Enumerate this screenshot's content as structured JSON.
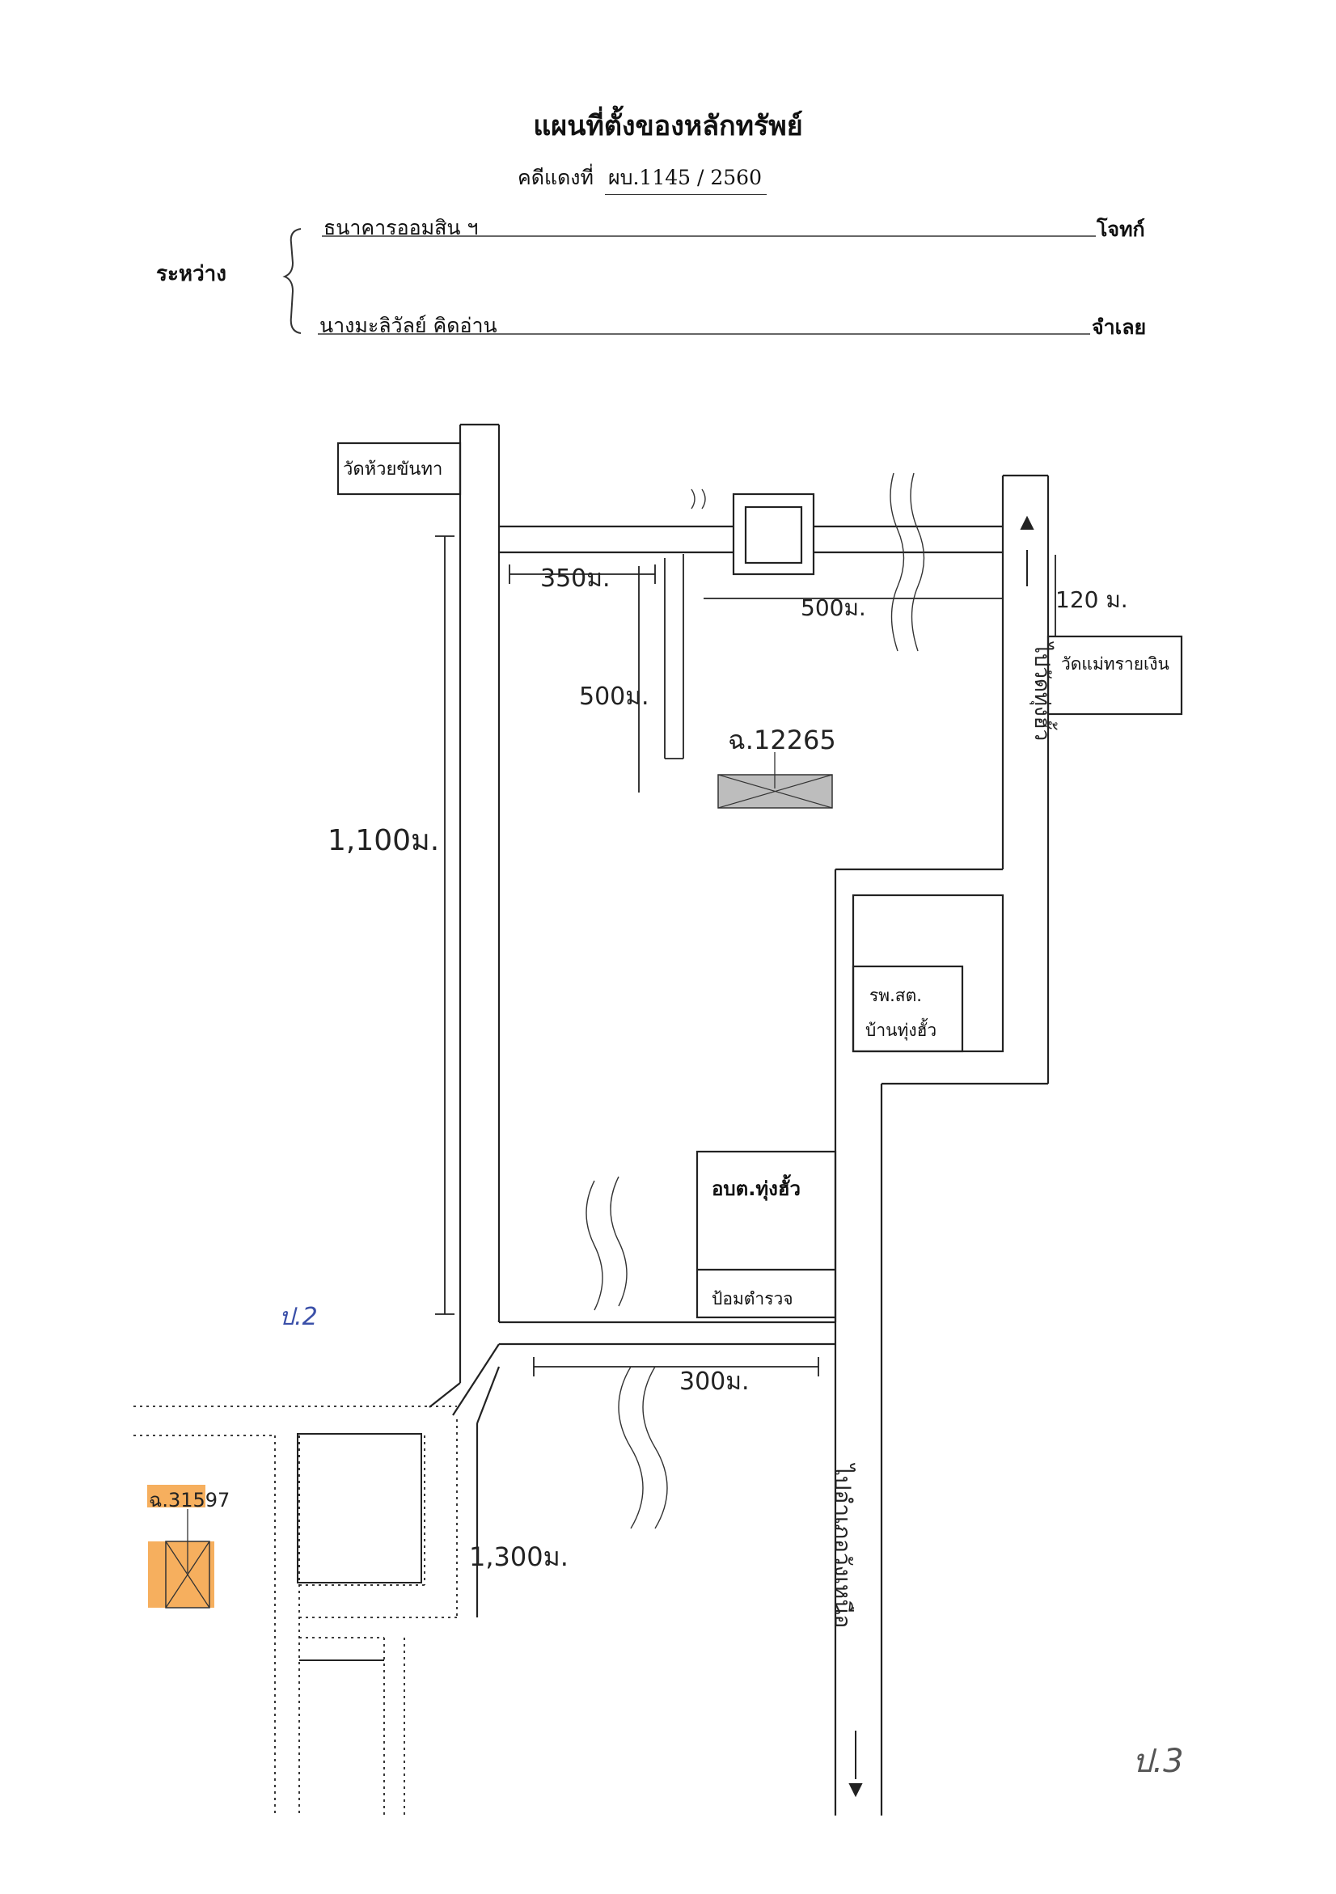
{
  "header": {
    "title": "แผนที่ตั้งของหลักทรัพย์",
    "case_label": "คดีแดงที่",
    "case_number": "ผบ.1145 / 2560",
    "between_label": "ระหว่าง",
    "plaintiff_name": "ธนาคารออมสิน ฯ",
    "plaintiff_role": "โจทก์",
    "defendant_name": "นางมะลิวัลย์ คิดอ่าน",
    "defendant_role": "จำเลย"
  },
  "map": {
    "places": {
      "temple_top_left": "วัดห้วยขันทา",
      "temple_right": "วัดแม่ทรายเงิน",
      "health_center_line1": "รพ.สต.",
      "health_center_line2": "บ้านทุ่งฮั้ว",
      "sao_office": "อบต.ทุ่งฮั้ว",
      "police_box": "ป้อมตำรวจ"
    },
    "roads": {
      "road_right_north": "ไปวัดทุ่งฮั้ว",
      "road_right_south": "ไปอำเภอวังเหนือ"
    },
    "distances": {
      "d_350": "350ม.",
      "d_500_horizontal": "500ม.",
      "d_500_vertical": "500ม.",
      "d_120": "120 ม.",
      "d_1100": "1,100ม.",
      "d_300": "300ม.",
      "d_1300": "1,300ม."
    },
    "parcels": {
      "parcel_main": "ฉ.12265",
      "parcel_orange": "ฉ.31597"
    },
    "page_marks": {
      "mark_2": "ป.2",
      "mark_3": "ป.3"
    },
    "colors": {
      "line": "#222222",
      "parcel_fill": "#bdbdbd",
      "highlight_orange": "#f5a142",
      "ink_blue": "#3a4fa8"
    }
  }
}
